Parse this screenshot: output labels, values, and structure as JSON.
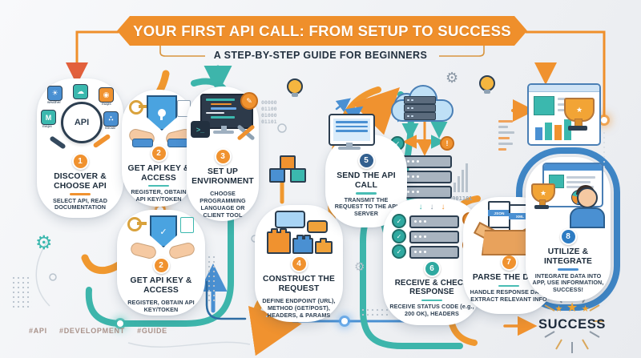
{
  "header": {
    "title": "YOUR FIRST API CALL: FROM SETUP TO SUCCESS",
    "subtitle": "A STEP-BY-STEP GUIDE FOR BEGINNERS"
  },
  "steps": [
    {
      "number": "1",
      "title": "DISCOVER & CHOOSE API",
      "description": "SELECT API, READ DOCUMENTATION"
    },
    {
      "number": "2",
      "title": "GET API KEY & ACCESS",
      "description": "REGISTER, OBTAIN API KEY/TOKEN"
    },
    {
      "number": "2",
      "title": "GET API KEY & ACCESS",
      "description": "REGISTER, OBTAIN API KEY/TOKEN"
    },
    {
      "number": "3",
      "title": "SET UP ENVIRONMENT",
      "description": "CHOOSE PROGRAMMING LANGUAGE OR CLIENT TOOL"
    },
    {
      "number": "4",
      "title": "CONSTRUCT THE REQUEST",
      "description": "DEFINE ENDPOINT (URL), METHOD (GET/POST), HEADERS, & PARAMS"
    },
    {
      "number": "5",
      "title": "SEND THE API CALL",
      "description": "TRANSMIT THE REQUEST TO THE API SERVER"
    },
    {
      "number": "6",
      "title": "RECEIVE & CHECK RESPONSE",
      "description": "RECEIVE STATUS CODE (e.g., 200 OK), HEADERS"
    },
    {
      "number": "7",
      "title": "PARSE THE DATA",
      "description": "HANDLE RESPONSE DATA, EXTRACT RELEVANT INFO"
    },
    {
      "number": "8",
      "title": "UTILIZE & INTEGRATE",
      "description": "INTEGRATE DATA INTO APP, USE INFORMATION, SUCCESS!"
    }
  ],
  "magnifier_label": "API",
  "app_tiles": {
    "labels": [
      "weather",
      "maps",
      "msps",
      "social"
    ]
  },
  "file_labels": {
    "json": "JSON",
    "xml": "XML"
  },
  "decor_text": {
    "binary": [
      "00000",
      "01100",
      "01000",
      "01101"
    ],
    "digits": "3001101"
  },
  "icons": {
    "check": "✓",
    "exclaim": "!",
    "down_arrow": "↓",
    "gear": "⚙",
    "sun": "☀",
    "cloud": "☁",
    "pin": "◉",
    "m_pin": "M",
    "share": "∴",
    "pen": "✎",
    "star": "★",
    "prompt": ">_"
  },
  "success_label": "SUCCESS",
  "hashtags": [
    "#API",
    "#DEVELOPMENT",
    "#GUIDE"
  ],
  "colors": {
    "orange": "#EF922F",
    "teal": "#3DB5AB",
    "blue": "#4A90D2",
    "navy": "#1C2B3A"
  }
}
